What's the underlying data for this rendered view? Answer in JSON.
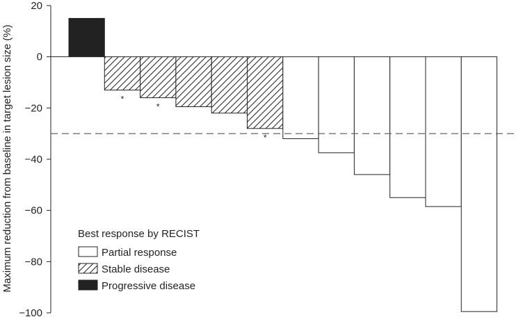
{
  "chart_data": {
    "type": "bar",
    "title": "",
    "xlabel": "",
    "ylabel": "Maximum reduction from baseline in target lesion size (%)",
    "ylim": [
      -100,
      20
    ],
    "yticks": [
      20,
      0,
      -20,
      -40,
      -60,
      -80,
      -100
    ],
    "ytick_labels": [
      "20",
      "0",
      "−20",
      "−40",
      "−60",
      "−80",
      "−100"
    ],
    "grid": false,
    "reference_line": {
      "value": -30,
      "style": "dashed"
    },
    "series": [
      {
        "response": "progressive",
        "value": 15,
        "marker": ""
      },
      {
        "response": "stable",
        "value": -13,
        "marker": "*"
      },
      {
        "response": "stable",
        "value": -16,
        "marker": "*"
      },
      {
        "response": "stable",
        "value": -19.5,
        "marker": ""
      },
      {
        "response": "stable",
        "value": -22,
        "marker": ""
      },
      {
        "response": "stable",
        "value": -28,
        "marker": "*"
      },
      {
        "response": "partial",
        "value": -32,
        "marker": ""
      },
      {
        "response": "partial",
        "value": -37.5,
        "marker": ""
      },
      {
        "response": "partial",
        "value": -46,
        "marker": ""
      },
      {
        "response": "partial",
        "value": -55,
        "marker": ""
      },
      {
        "response": "partial",
        "value": -58.5,
        "marker": ""
      },
      {
        "response": "partial",
        "value": -99.5,
        "marker": ""
      }
    ],
    "legend": {
      "title": "Best response by RECIST",
      "placement": "bottom-left",
      "entries": [
        {
          "key": "partial",
          "label": "Partial response",
          "fill": "white"
        },
        {
          "key": "stable",
          "label": "Stable disease",
          "fill": "hatch"
        },
        {
          "key": "progressive",
          "label": "Progressive disease",
          "fill": "black"
        }
      ]
    },
    "colors": {
      "progressive": "#222222",
      "partial": "#ffffff",
      "stable_hatch": "#222222",
      "axis": "#222222"
    }
  }
}
